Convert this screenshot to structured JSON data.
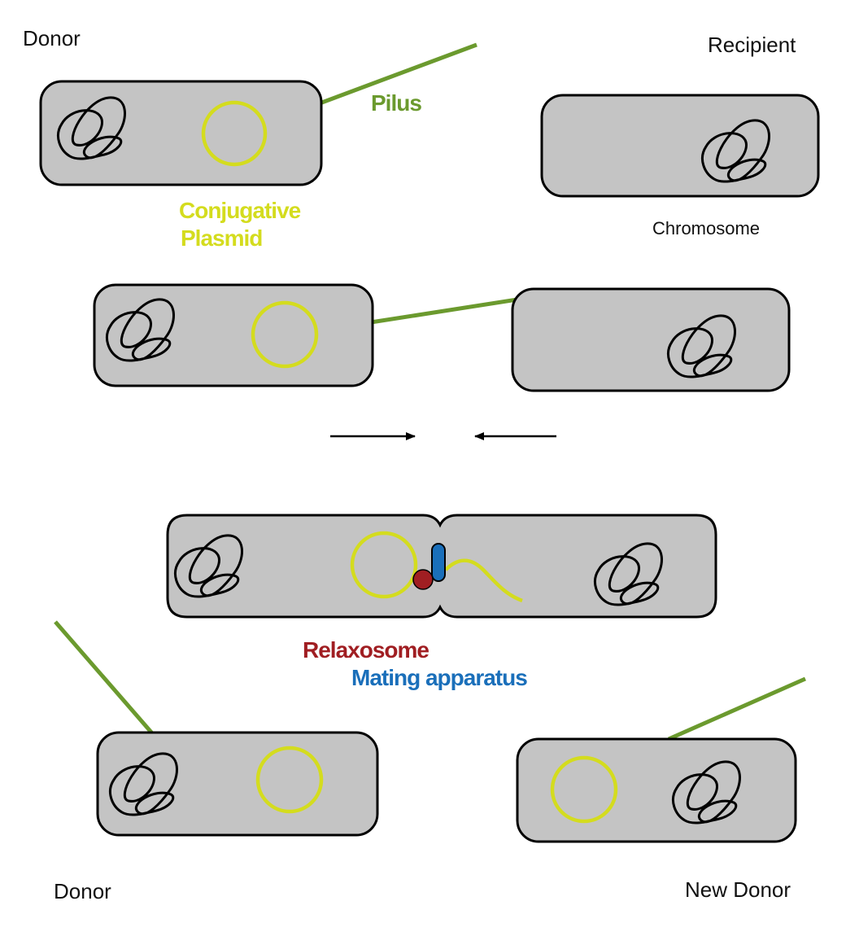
{
  "labels": {
    "donor_top": "Donor",
    "recipient": "Recipient",
    "pilus": "Pilus",
    "conjugative": "Conjugative",
    "plasmid": "Plasmid",
    "chromosome": "Chromosome",
    "relaxosome": "Relaxosome",
    "mating_apparatus": "Mating apparatus",
    "donor_bottom": "Donor",
    "new_donor": "New Donor"
  },
  "colors": {
    "cell_fill": "#c4c4c4",
    "outline": "#000000",
    "plasmid": "#d4dc1e",
    "pilus": "#6b9a2e",
    "relaxosome": "#a01e22",
    "mating_apparatus": "#1a6fba"
  }
}
